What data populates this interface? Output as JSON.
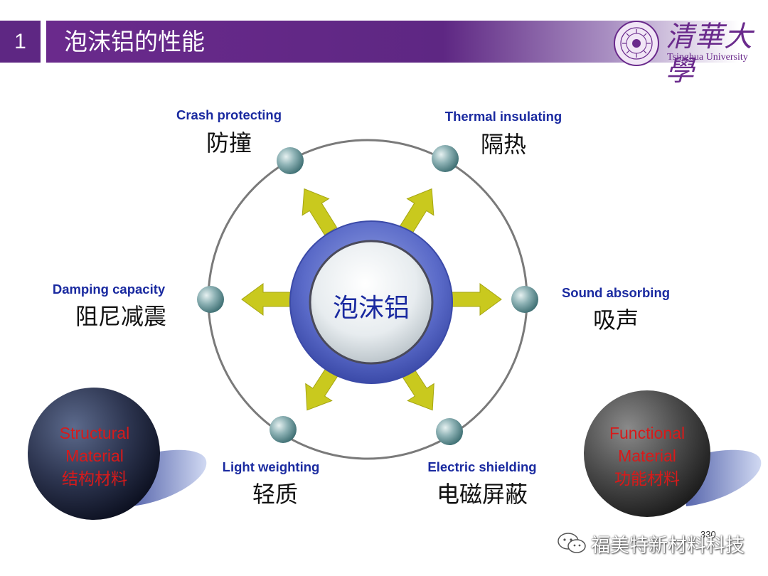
{
  "header": {
    "slide_number": "1",
    "title": "泡沫铝的性能",
    "logo_cn": "清華大學",
    "logo_en": "Tsinghua University"
  },
  "diagram": {
    "center": "泡沫铝",
    "properties": [
      {
        "en": "Crash protecting",
        "cn": "防撞"
      },
      {
        "en": "Thermal insulating",
        "cn": "隔热"
      },
      {
        "en": "Damping capacity",
        "cn": "阻尼减震"
      },
      {
        "en": "Sound absorbing",
        "cn": "吸声"
      },
      {
        "en": "Light weighting",
        "cn": "轻质"
      },
      {
        "en": "Electric shielding",
        "cn": "电磁屏蔽"
      }
    ],
    "left_sphere": {
      "line1": "Structural",
      "line2": "Material",
      "line3": "结构材料"
    },
    "right_sphere": {
      "line1": "Functional",
      "line2": "Material",
      "line3": "功能材料"
    }
  },
  "footer": {
    "watermark": "福美特新材料科技",
    "page_number": "330"
  },
  "colors": {
    "header_purple": "#5e2783",
    "label_blue": "#1a2aa0",
    "arrow_yellow": "#c8c81e",
    "sphere_text_red": "#d81a1a"
  }
}
